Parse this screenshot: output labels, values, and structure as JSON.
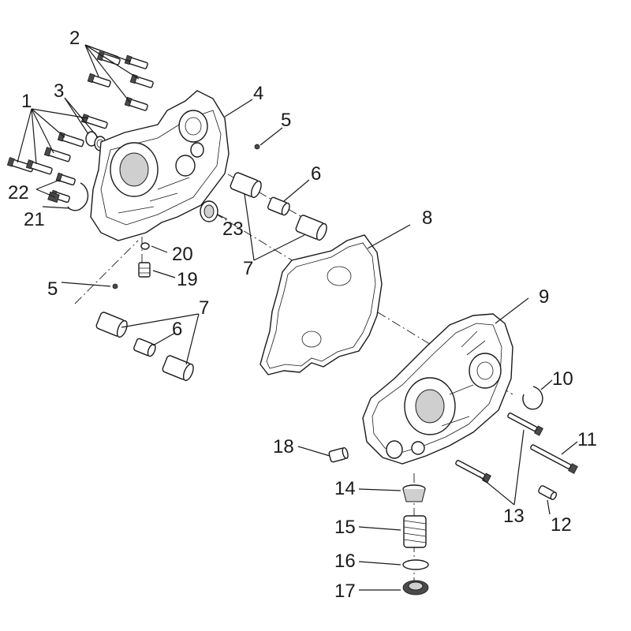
{
  "diagram": {
    "callouts": [
      {
        "id": "1",
        "text": "1"
      },
      {
        "id": "2",
        "text": "2"
      },
      {
        "id": "3",
        "text": "3"
      },
      {
        "id": "4",
        "text": "4"
      },
      {
        "id": "5a",
        "text": "5"
      },
      {
        "id": "5b",
        "text": "5"
      },
      {
        "id": "6a",
        "text": "6"
      },
      {
        "id": "6b",
        "text": "6"
      },
      {
        "id": "7a",
        "text": "7"
      },
      {
        "id": "7b",
        "text": "7"
      },
      {
        "id": "8",
        "text": "8"
      },
      {
        "id": "9",
        "text": "9"
      },
      {
        "id": "10",
        "text": "10"
      },
      {
        "id": "11",
        "text": "11"
      },
      {
        "id": "12",
        "text": "12"
      },
      {
        "id": "13",
        "text": "13"
      },
      {
        "id": "14",
        "text": "14"
      },
      {
        "id": "15",
        "text": "15"
      },
      {
        "id": "16",
        "text": "16"
      },
      {
        "id": "17",
        "text": "17"
      },
      {
        "id": "18",
        "text": "18"
      },
      {
        "id": "19",
        "text": "19"
      },
      {
        "id": "20",
        "text": "20"
      },
      {
        "id": "21",
        "text": "21"
      },
      {
        "id": "22",
        "text": "22"
      },
      {
        "id": "23",
        "text": "23"
      }
    ]
  }
}
